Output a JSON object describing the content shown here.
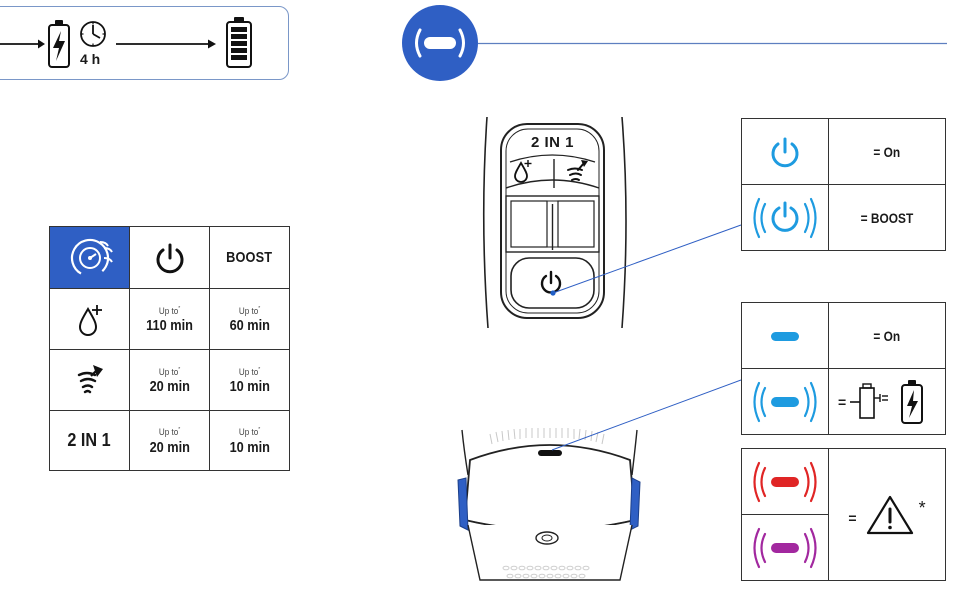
{
  "charging_banner": {
    "duration": "4 h",
    "icons": [
      "arrow-right-icon",
      "charging-battery-icon",
      "clock-icon",
      "full-battery-icon"
    ]
  },
  "section_badge": {
    "icon": "indicator-light-icon",
    "color": "#2f5fc4"
  },
  "runtime_table": {
    "header_icon": "fan-speed-icon",
    "header_power_icon": "power-icon",
    "header_boost": "BOOST",
    "rows": [
      {
        "mode_icon": "water-drop-plus-icon",
        "label": "",
        "normal_prefix": "Up to",
        "normal_value": "110 min",
        "boost_prefix": "Up to",
        "boost_value": "60 min"
      },
      {
        "mode_icon": "cyclone-arrow-icon",
        "label": "",
        "normal_prefix": "Up to",
        "normal_value": "20 min",
        "boost_prefix": "Up to",
        "boost_value": "10 min"
      },
      {
        "mode_icon": "",
        "label": "2 IN 1",
        "normal_prefix": "Up to",
        "normal_value": "20 min",
        "boost_prefix": "Up to",
        "boost_value": "10 min"
      }
    ],
    "footnote_mark": "*"
  },
  "handle_panel": {
    "label": "2 IN 1"
  },
  "power_legend": {
    "on_text": "= On",
    "boost_text": "= BOOST",
    "colors": {
      "blue": "#1e9be0"
    }
  },
  "light_legend": {
    "on_text": "= On",
    "equals": "=",
    "warning_mark": "*",
    "colors": {
      "blue": "#1e9be0",
      "red": "#e02525",
      "purple": "#a2289f"
    }
  }
}
